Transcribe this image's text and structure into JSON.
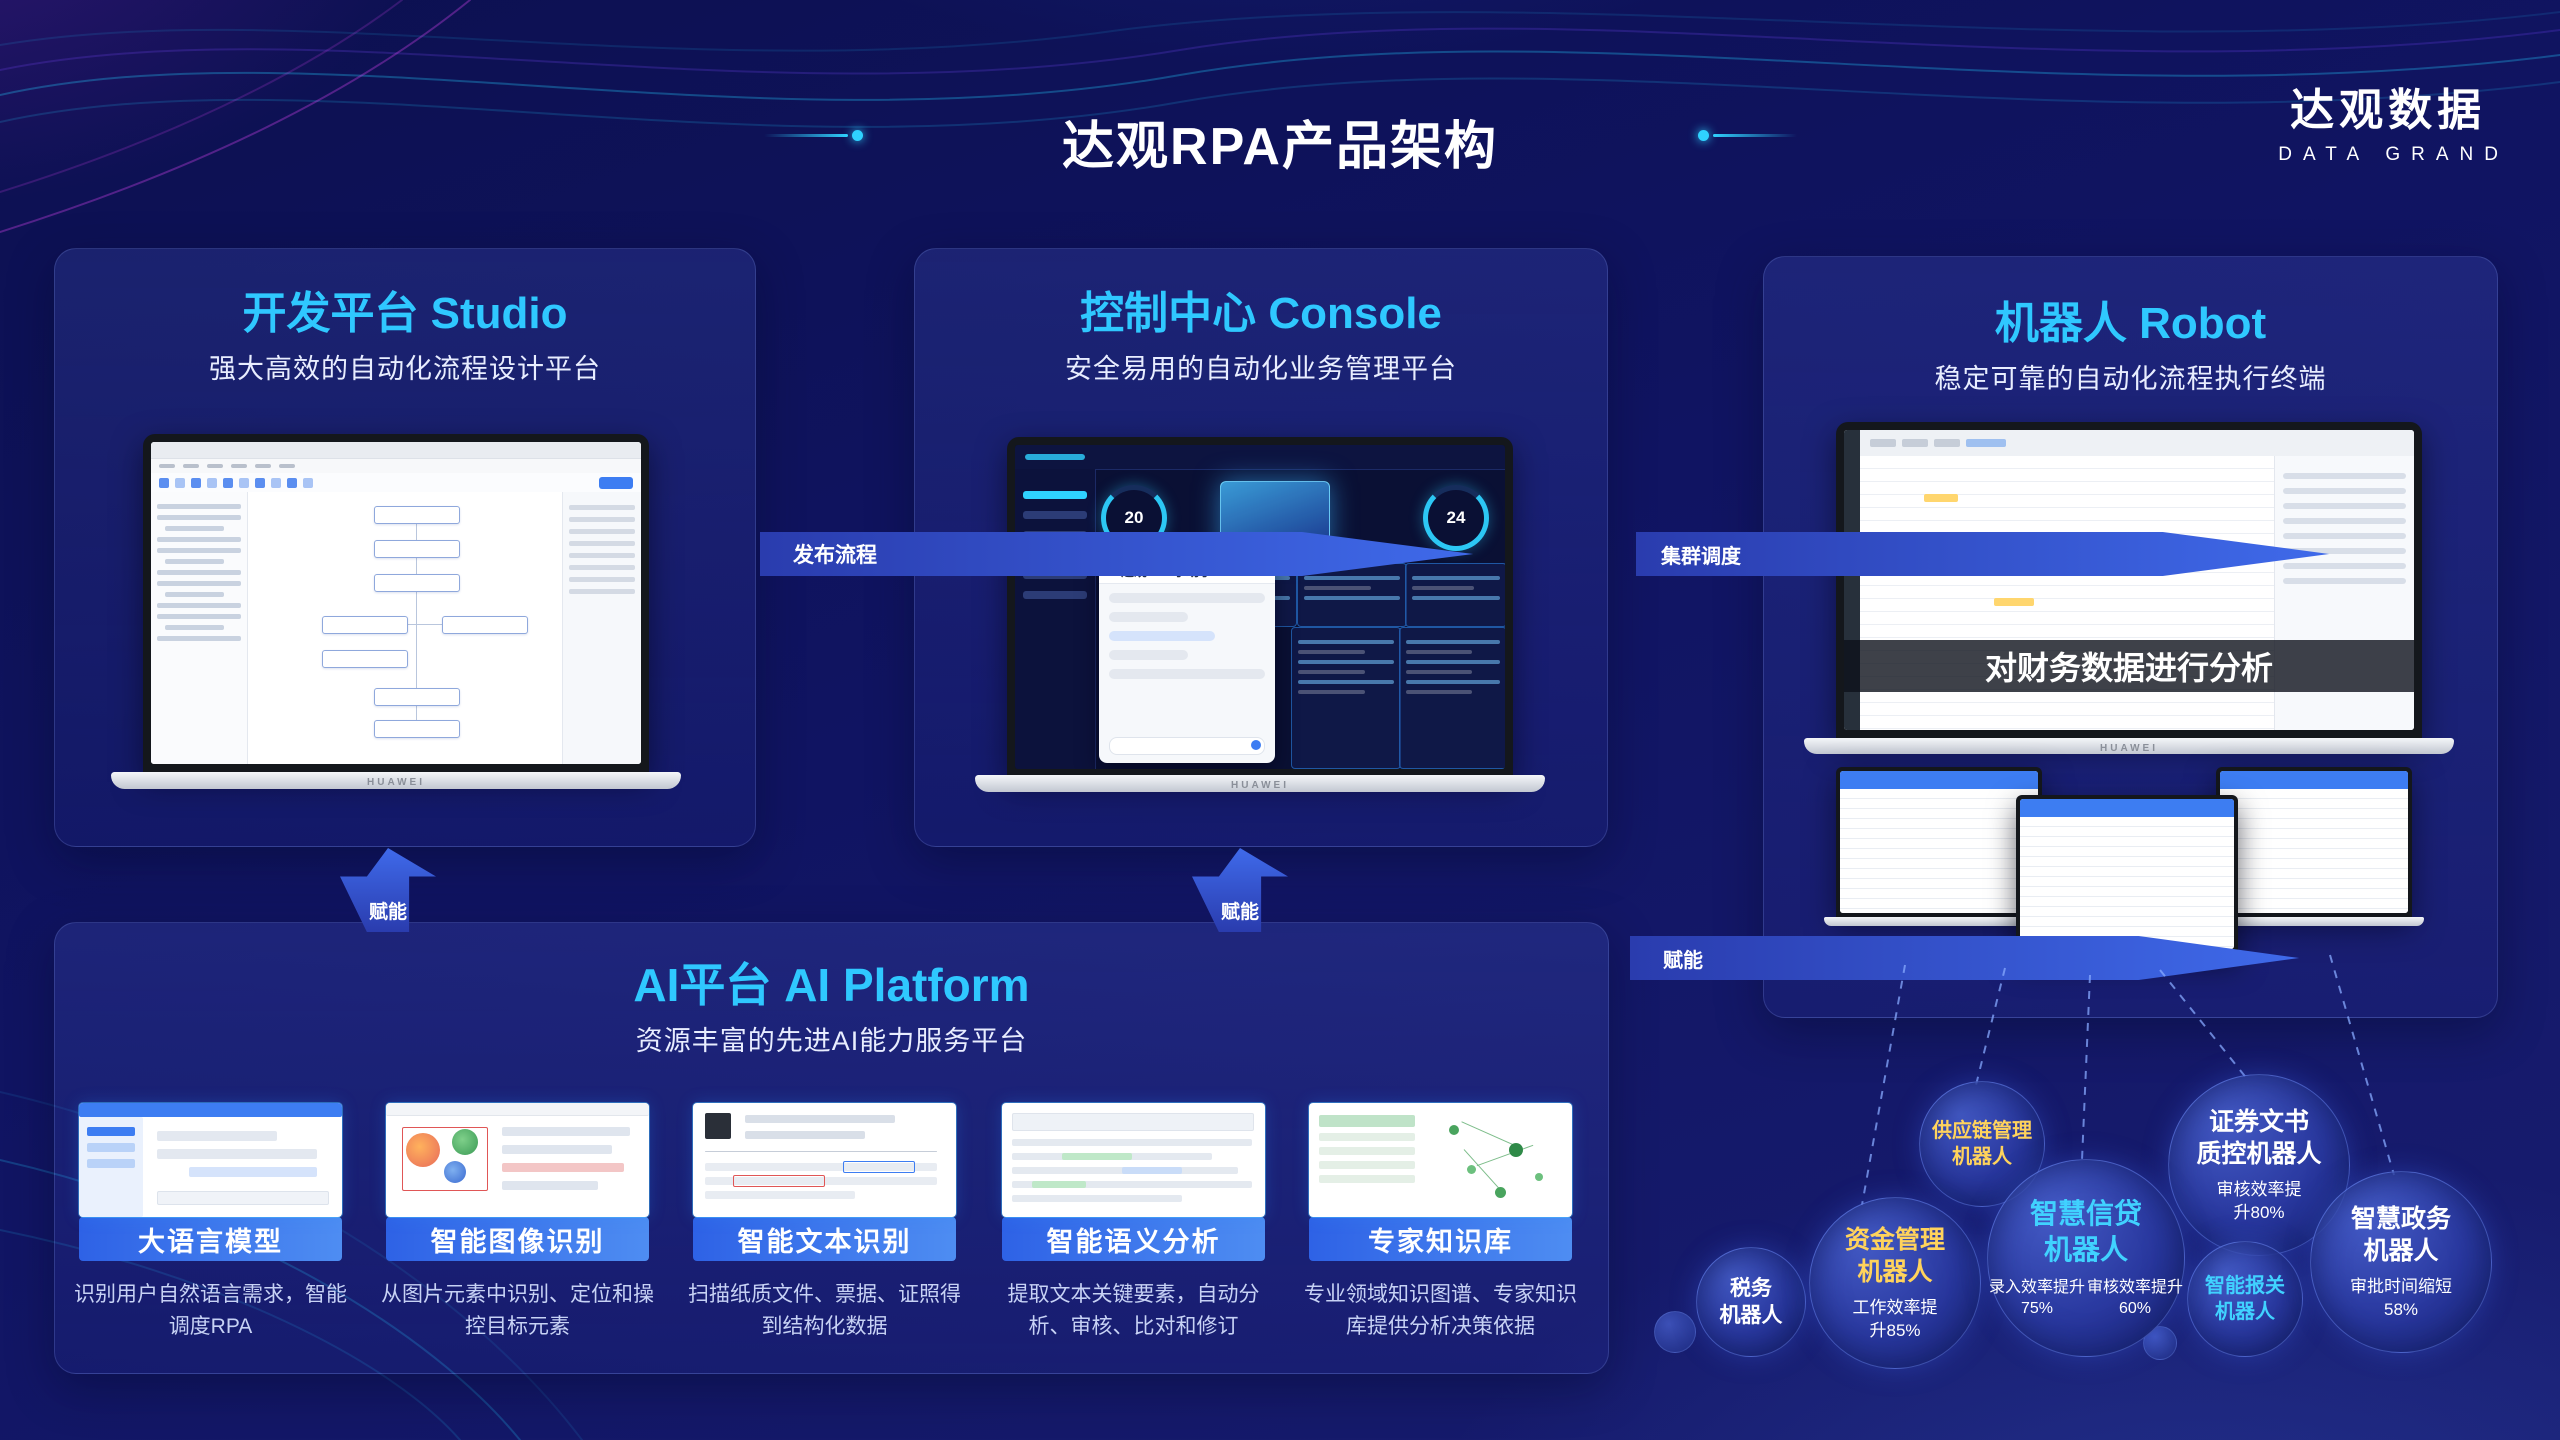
{
  "colors": {
    "accent_cyan": "#2fc8ff",
    "gold": "#ffd35c",
    "arrow_blue": "#3f6aea",
    "background": "#101462"
  },
  "header": {
    "title": "达观RPA产品架构",
    "logo_name": "达观数据",
    "logo_sub": "DATA GRAND"
  },
  "studio": {
    "title": "开发平台 Studio",
    "subtitle": "强大高效的自动化流程设计平台",
    "brand": "HUAWEI"
  },
  "console": {
    "title": "控制中心 Console",
    "subtitle": "安全易用的自动化业务管理平台",
    "brand": "HUAWEI",
    "gauge_left": "20",
    "gauge_right": "24",
    "chat_title": "达观RPA小助手"
  },
  "robot": {
    "title": "机器人 Robot",
    "subtitle": "稳定可靠的自动化流程执行终端",
    "overlay": "对财务数据进行分析",
    "brand": "HUAWEI"
  },
  "arrows": {
    "publish": "发布流程",
    "cluster": "集群调度",
    "empower_studio": "赋能",
    "empower_console": "赋能",
    "empower_robot": "赋能"
  },
  "ai": {
    "title": "AI平台 AI Platform",
    "subtitle": "资源丰富的先进AI能力服务平台",
    "cards": [
      {
        "label": "大语言模型",
        "desc": "识别用户自然语言需求，智能调度RPA"
      },
      {
        "label": "智能图像识别",
        "desc": "从图片元素中识别、定位和操控目标元素"
      },
      {
        "label": "智能文本识别",
        "desc": "扫描纸质文件、票据、证照得到结构化数据"
      },
      {
        "label": "智能语义分析",
        "desc": "提取文本关键要素，自动分析、审核、比对和修订"
      },
      {
        "label": "专家知识库",
        "desc": "专业领域知识图谱、专家知识库提供分析决策依据"
      }
    ]
  },
  "robots": [
    {
      "name": "税务\n机器人"
    },
    {
      "name": "资金管理\n机器人",
      "stat": "工作效率提\n升85%"
    },
    {
      "name": "供应链管理\n机器人"
    },
    {
      "name": "智慧信贷\n机器人",
      "stats": [
        "录入效率提升\n75%",
        "审核效率提升\n60%"
      ]
    },
    {
      "name": "证券文书\n质控机器人",
      "stat": "审核效率提\n升80%"
    },
    {
      "name": "智能报关\n机器人"
    },
    {
      "name": "智慧政务\n机器人",
      "stat": "审批时间缩短\n58%"
    }
  ]
}
